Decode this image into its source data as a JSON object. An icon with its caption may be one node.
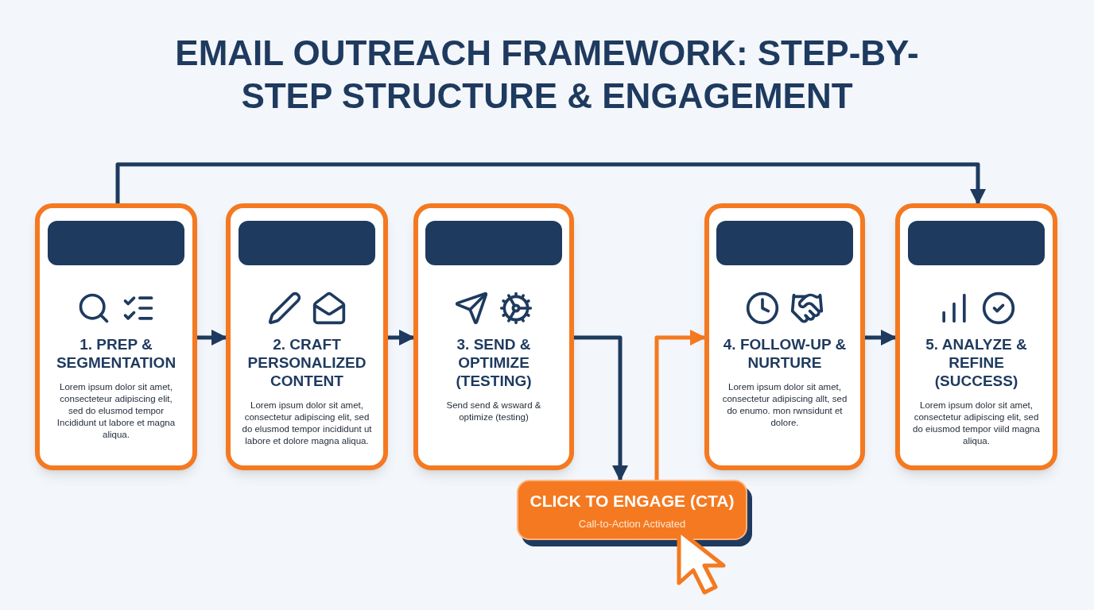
{
  "diagram": {
    "title": "EMAIL OUTREACH FRAMEWORK: STEP-BY-STEP STRUCTURE & ENGAGEMENT",
    "nodes": [
      {
        "text": [
          "1. PREP & SEGMENTATION",
          "Lorem ipsum dolor sit amet, consecteteur adipiscing elit, sed do elusmod tempor Incididunt ut labore et magna aliqua."
        ]
      },
      {
        "text": [
          "2. CRAFT PERSONALIZED CONTENT",
          "Lorem ipsum dolor sit amet, consectetur adipiscing elit, sed do elusmod tempor incididunt ut labore et dolore magna aliqua."
        ]
      },
      {
        "text": [
          "3. SEND & OPTIMIZE (TESTING)",
          "Send send & wsward & optimize (testing)"
        ]
      },
      {
        "text": [
          "4. FOLLOW-UP & NURTURE",
          "Lorem ipsum dolor sit amet, consectetur adipiscing allt, sed do enumo. mon rwnsidunt et dolore."
        ]
      },
      {
        "text": [
          "5. ANALYZE & REFINE (SUCCESS)",
          "Lorem ipsum dolor sit amet, consectetur adipiscing elit, sed do eiusmod tempor viild magna aliqua."
        ]
      },
      {
        "text": [
          "CLICK TO ENGAGE (CTA)",
          "Call-to-Action Activated"
        ]
      }
    ],
    "edges": [
      {
        "from": 0,
        "to": 1,
        "arrow": "to"
      },
      {
        "from": 1,
        "to": 2,
        "arrow": "to"
      },
      {
        "from": 2,
        "to": 5,
        "arrow": "to"
      },
      {
        "from": 5,
        "to": 3,
        "arrow": "to",
        "color": "#f47920"
      },
      {
        "from": 3,
        "to": 4,
        "arrow": "to"
      },
      {
        "from": 0,
        "to": 4,
        "arrow": "to"
      }
    ]
  }
}
